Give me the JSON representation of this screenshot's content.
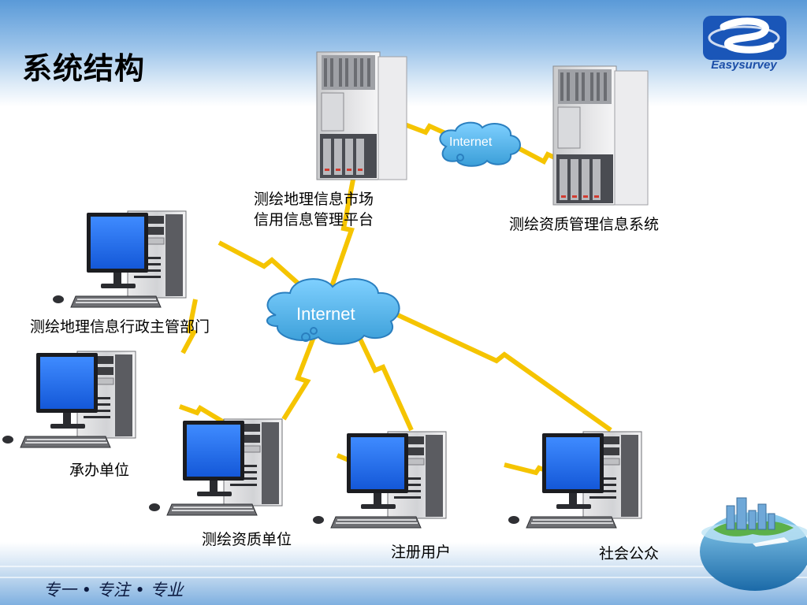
{
  "slide": {
    "title": "系统结构",
    "slogan": "专一 • 专注 • 专业",
    "logo_text": "Easysurvey"
  },
  "clouds": {
    "main": "Internet",
    "secondary": "Internet"
  },
  "nodes": {
    "market_platform": [
      "测绘地理信息市场",
      "信用信息管理平台"
    ],
    "qualification_system": "测绘资质管理信息系统",
    "admin_department": "测绘地理信息行政主管部门",
    "contractor": "承办单位",
    "qualified_unit": "测绘资质单位",
    "registered_user": "注册用户",
    "public": "社会公众"
  },
  "colors": {
    "link": "#f5c400",
    "cloud": "#5fb7ec",
    "monitor_screen": "#1e6ff0",
    "title_bar_top": "#5a9ad8"
  }
}
